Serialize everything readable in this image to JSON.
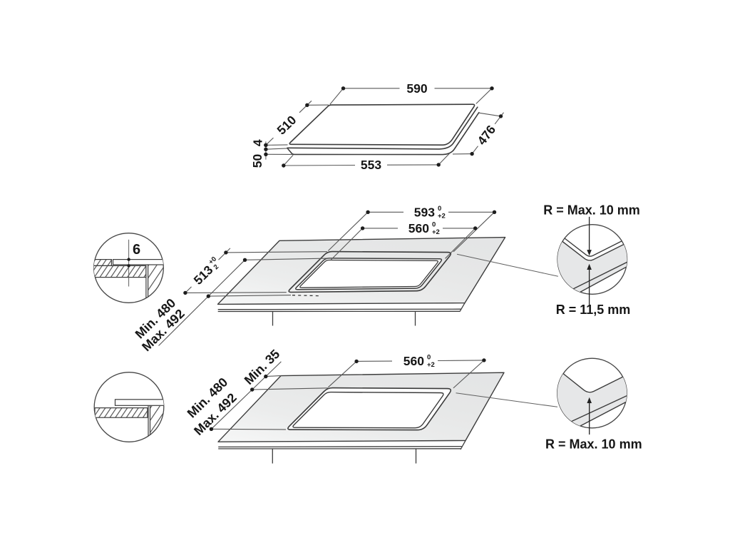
{
  "colors": {
    "background": "#ffffff",
    "outline": "#3c3c3c",
    "dimension_line": "#585858",
    "text": "#161616",
    "worktop_fill": "#e7e8e8",
    "worktop_fill_light": "#f6f7f7",
    "detail_fill": "#e6e7e8"
  },
  "top_view": {
    "width_top": "590",
    "depth_side": "510",
    "glass_thickness": "4",
    "body_height": "50",
    "width_bottom": "553",
    "depth_right": "476"
  },
  "flush_view": {
    "recess_width": {
      "value": "593",
      "tol_top": "0",
      "tol_bottom": "+2"
    },
    "cutout_width": {
      "value": "560",
      "tol_top": "0",
      "tol_bottom": "+2"
    },
    "recess_depth": {
      "value": "513",
      "tol_top": "+0",
      "tol_bottom": "2"
    },
    "cutout_depth_min": "Min. 480",
    "cutout_depth_max": "Max. 492",
    "recess_detail_depth": "6",
    "radius_top_label": "R = Max. 10 mm",
    "radius_bottom_label": "R = 11,5 mm"
  },
  "overlay_view": {
    "cutout_width": {
      "value": "560",
      "tol_top": "0",
      "tol_bottom": "+2"
    },
    "edge_clearance": "Min. 35",
    "cutout_depth_min": "Min. 480",
    "cutout_depth_max": "Max. 492",
    "radius_label": "R = Max. 10 mm"
  }
}
